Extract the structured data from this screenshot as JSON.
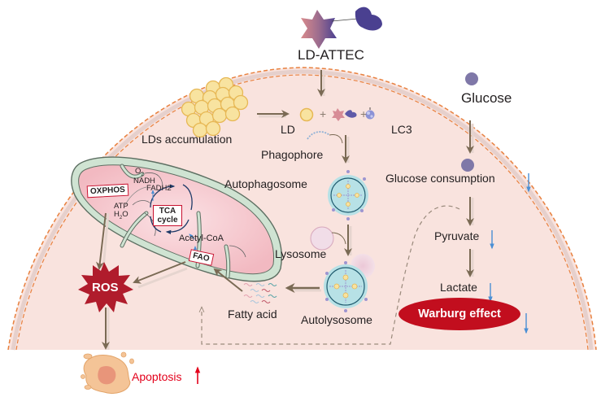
{
  "title": "LD-ATTEC",
  "colors": {
    "cell_fill": "#f9e3de",
    "membrane": "#e8813f",
    "arrow": "#7a6a54",
    "down_arrow": "#4a8fd4",
    "up_arrow": "#e3001b",
    "highlight_red": "#c20e1e",
    "mito_outer": "#cfe3d2",
    "mito_inner": "#f6c9cf",
    "vesicle": "#b7e1e6",
    "lipid_droplet": "#f8e3a0",
    "glucose": "#7f78a8"
  },
  "labels": {
    "ld_attec": "LD-ATTEC",
    "lds_accumulation": "LDs accumulation",
    "ld": "LD",
    "lc3": "LC3",
    "plus": "+",
    "phagophore": "Phagophore",
    "autophagosome": "Autophagosome",
    "lysosome": "Lysosome",
    "autolysosome": "Autolysosome",
    "fatty_acid": "Fatty acid",
    "glucose": "Glucose",
    "glucose_consumption": "Glucose consumption",
    "pyruvate": "Pyruvate",
    "lactate": "Lactate",
    "warburg_effect": "Warburg effect",
    "ros": "ROS",
    "apoptosis": "Apoptosis",
    "oxphos": "OXPHOS",
    "tca_line1": "TCA",
    "tca_line2": "cycle",
    "fao": "FAO",
    "acetyl_coa": "Acetyl-CoA",
    "o2": "O",
    "o2_sub": "2",
    "nadh": "NADH",
    "fadh2": "FADH2",
    "atp": "ATP",
    "h2o_h": "H",
    "h2o_sub": "2",
    "h2o_o": "O"
  },
  "trends": {
    "glucose_consumption": "down",
    "pyruvate": "down",
    "lactate": "down",
    "warburg_effect": "down",
    "apoptosis": "up"
  }
}
